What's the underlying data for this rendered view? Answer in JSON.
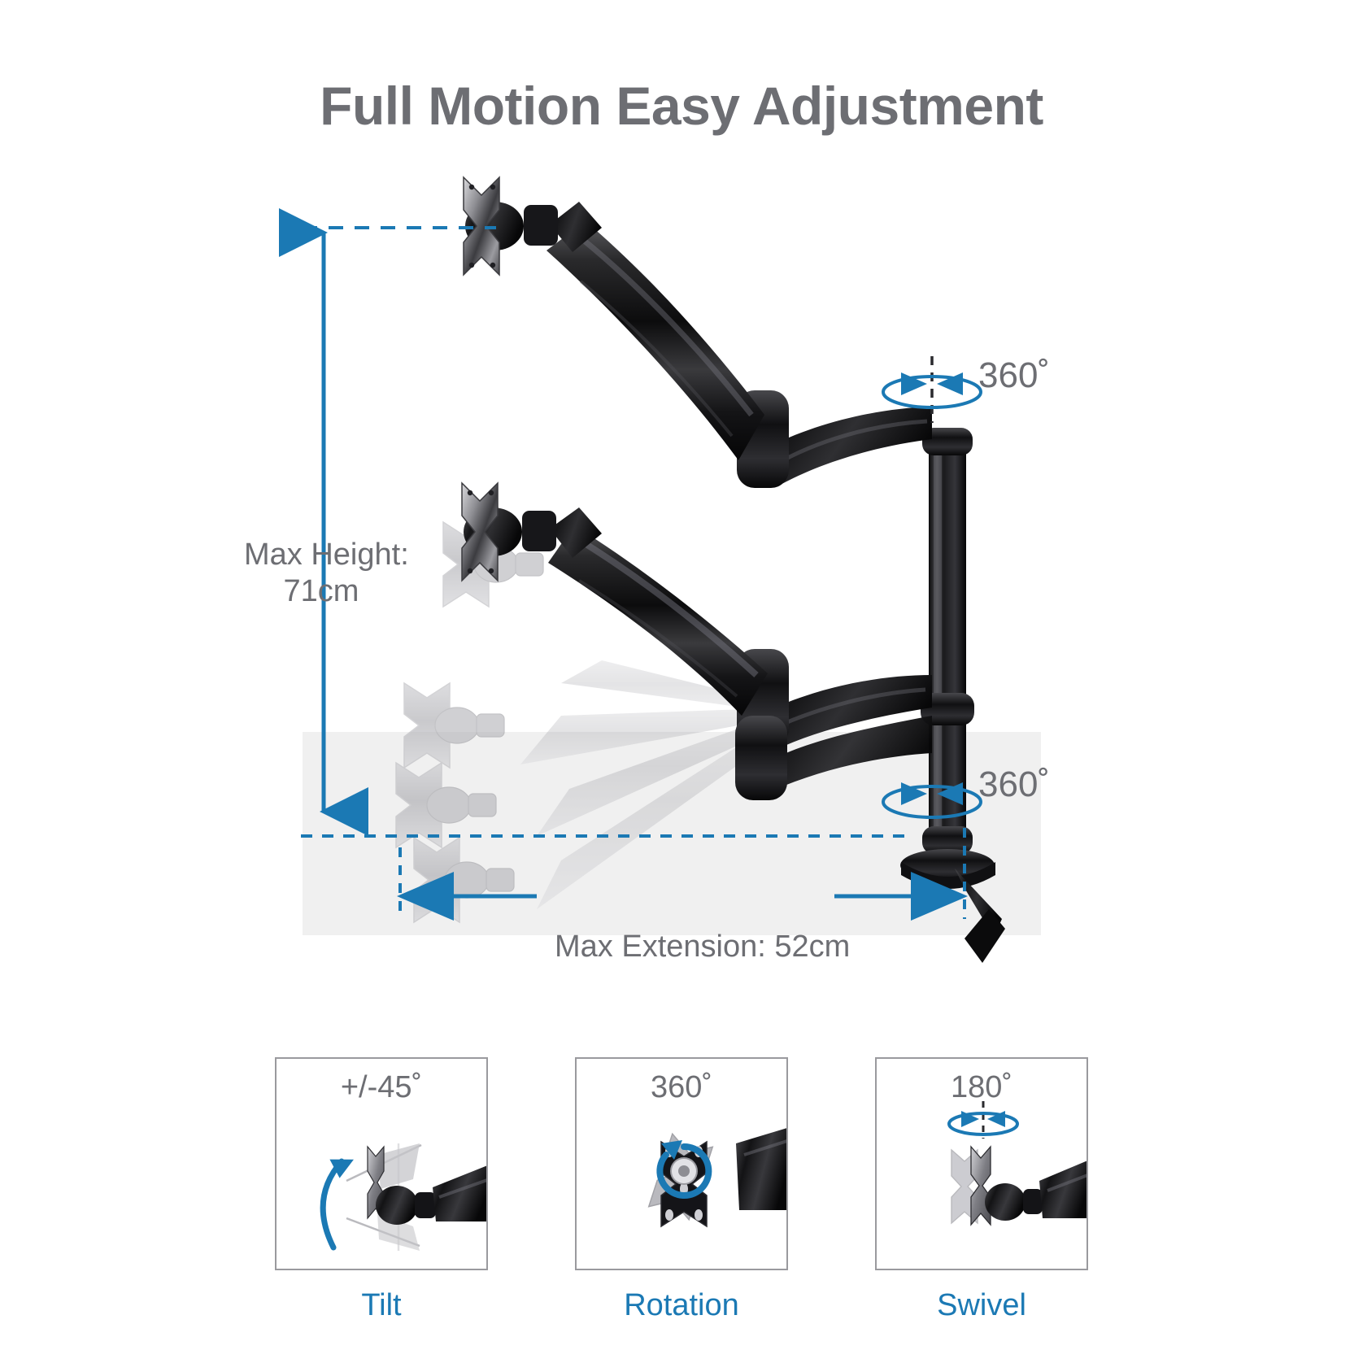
{
  "page": {
    "title": "Full Motion Easy Adjustment",
    "title_color": "#6d6e73",
    "background": "#ffffff",
    "desk_band_color": "#f0f0f0"
  },
  "accent": {
    "blue": "#1b79b4",
    "blue_dark": "#18628f",
    "gray_text": "#6d6e73",
    "panel_border": "#9a9a9e"
  },
  "dimensions": {
    "max_height": {
      "label_line1": "Max Height:",
      "label_line2": "71cm",
      "value": "71cm",
      "icon": "vertical-double-dashed-arrow"
    },
    "max_extension": {
      "label": "Max Extension: 52cm",
      "value": "52cm",
      "icon": "horizontal-double-arrow"
    }
  },
  "rotation_callouts": [
    {
      "label": "360˚",
      "icon": "rotation-ellipse-icon",
      "position": "upper-post-joint"
    },
    {
      "label": "360˚",
      "icon": "rotation-ellipse-icon",
      "position": "lower-post-base"
    }
  ],
  "features": [
    {
      "angle": "+/-45˚",
      "caption": "Tilt",
      "icon": "tilt-arc-arrow-icon",
      "art": "monitor-head-side-view"
    },
    {
      "angle": "360˚",
      "caption": "Rotation",
      "icon": "circular-rotation-arrow-icon",
      "art": "vesa-plate-front-view"
    },
    {
      "angle": "180˚",
      "caption": "Swivel",
      "icon": "swivel-ellipse-arrow-icon",
      "art": "monitor-head-swivel-view"
    }
  ],
  "product": {
    "name": "gas-spring-monitor-arm",
    "parts": [
      "vesa-mount-plate",
      "tilt-head-joint",
      "gas-spring-arm",
      "elbow-joint",
      "secondary-arm",
      "vertical-post",
      "desk-clamp-base"
    ],
    "ghost_positions": 4
  }
}
